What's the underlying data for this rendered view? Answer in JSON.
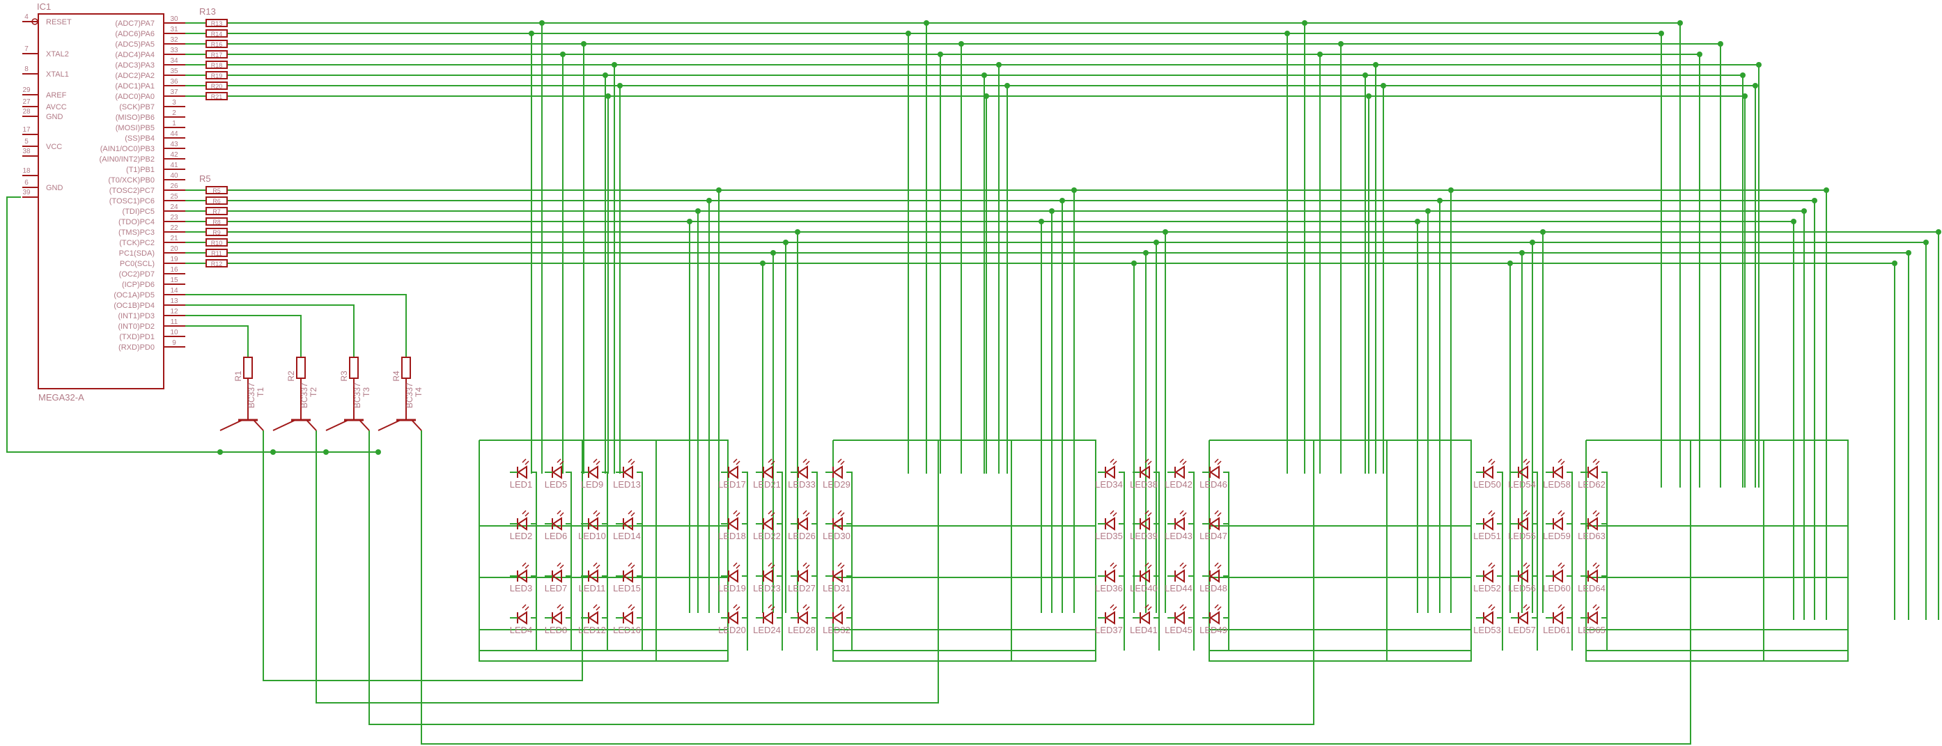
{
  "ic": {
    "name": "IC1",
    "part": "MEGA32-A",
    "left_pins": [
      {
        "num": "4",
        "name": "RESET"
      },
      {
        "num": "7",
        "name": "XTAL2"
      },
      {
        "num": "8",
        "name": "XTAL1"
      },
      {
        "num": "29",
        "name": "AREF"
      },
      {
        "num": "27",
        "name": "AVCC"
      },
      {
        "num": "28",
        "name": "GND"
      },
      {
        "num": "17",
        "name": ""
      },
      {
        "num": "5",
        "name": "VCC"
      },
      {
        "num": "38",
        "name": ""
      },
      {
        "num": "18",
        "name": ""
      },
      {
        "num": "6",
        "name": "GND"
      },
      {
        "num": "39",
        "name": ""
      }
    ],
    "right_pins": [
      {
        "num": "30",
        "name": "(ADC7)PA7"
      },
      {
        "num": "31",
        "name": "(ADC6)PA6"
      },
      {
        "num": "32",
        "name": "(ADC5)PA5"
      },
      {
        "num": "33",
        "name": "(ADC4)PA4"
      },
      {
        "num": "34",
        "name": "(ADC3)PA3"
      },
      {
        "num": "35",
        "name": "(ADC2)PA2"
      },
      {
        "num": "36",
        "name": "(ADC1)PA1"
      },
      {
        "num": "37",
        "name": "(ADC0)PA0"
      },
      {
        "num": "3",
        "name": "(SCK)PB7"
      },
      {
        "num": "2",
        "name": "(MISO)PB6"
      },
      {
        "num": "1",
        "name": "(MOSI)PB5"
      },
      {
        "num": "44",
        "name": "(SS)PB4"
      },
      {
        "num": "43",
        "name": "(AIN1/OC0)PB3"
      },
      {
        "num": "42",
        "name": "(AIN0/INT2)PB2"
      },
      {
        "num": "41",
        "name": "(T1)PB1"
      },
      {
        "num": "40",
        "name": "(T0/XCK)PB0"
      },
      {
        "num": "26",
        "name": "(TOSC2)PC7"
      },
      {
        "num": "25",
        "name": "(TOSC1)PC6"
      },
      {
        "num": "24",
        "name": "(TDI)PC5"
      },
      {
        "num": "23",
        "name": "(TDO)PC4"
      },
      {
        "num": "22",
        "name": "(TMS)PC3"
      },
      {
        "num": "21",
        "name": "(TCK)PC2"
      },
      {
        "num": "20",
        "name": "PC1(SDA)"
      },
      {
        "num": "19",
        "name": "PC0(SCL)"
      },
      {
        "num": "16",
        "name": "(OC2)PD7"
      },
      {
        "num": "15",
        "name": "(ICP)PD6"
      },
      {
        "num": "14",
        "name": "(OC1A)PD5"
      },
      {
        "num": "13",
        "name": "(OC1B)PD4"
      },
      {
        "num": "12",
        "name": "(INT1)PD3"
      },
      {
        "num": "11",
        "name": "(INT0)PD2"
      },
      {
        "num": "10",
        "name": "(TXD)PD1"
      },
      {
        "num": "9",
        "name": "(RXD)PD0"
      }
    ]
  },
  "resistor_arrays": [
    {
      "name": "R13",
      "resistors": [
        "R13",
        "R14",
        "R16",
        "R17",
        "R18",
        "R19",
        "R20",
        "R21"
      ]
    },
    {
      "name": "R5",
      "resistors": [
        "R5",
        "R6",
        "R7",
        "R8",
        "R9",
        "R10",
        "R11",
        "R12"
      ]
    }
  ],
  "base_resistors": [
    "R1",
    "R2",
    "R3",
    "R4"
  ],
  "transistors": [
    {
      "name": "T1",
      "part": "BC337"
    },
    {
      "name": "T2",
      "part": "BC337"
    },
    {
      "name": "T3",
      "part": "BC337"
    },
    {
      "name": "T4",
      "part": "BC337"
    }
  ],
  "led_groups": [
    {
      "columns": [
        [
          "LED1",
          "LED2",
          "LED3",
          "LED4"
        ],
        [
          "LED5",
          "LED6",
          "LED7",
          "LED8"
        ],
        [
          "LED9",
          "LED10",
          "LED11",
          "LED12"
        ],
        [
          "LED13",
          "LED14",
          "LED15",
          "LED16"
        ]
      ]
    },
    {
      "columns": [
        [
          "LED17",
          "LED18",
          "LED19",
          "LED20"
        ],
        [
          "LED21",
          "LED22",
          "LED23",
          "LED24"
        ],
        [
          "LED33",
          "LED26",
          "LED27",
          "LED28"
        ],
        [
          "LED29",
          "LED30",
          "LED31",
          "LED32"
        ]
      ]
    },
    {
      "columns": [
        [
          "LED34",
          "LED35",
          "LED36",
          "LED37"
        ],
        [
          "LED38",
          "LED39",
          "LED40",
          "LED41"
        ],
        [
          "LED42",
          "LED43",
          "LED44",
          "LED45"
        ],
        [
          "LED46",
          "LED47",
          "LED48",
          "LED49"
        ]
      ]
    },
    {
      "columns": [
        [
          "LED50",
          "LED51",
          "LED52",
          "LED53"
        ],
        [
          "LED54",
          "LED55",
          "LED56",
          "LED57"
        ],
        [
          "LED58",
          "LED59",
          "LED60",
          "LED61"
        ],
        [
          "LED62",
          "LED63",
          "LED64",
          "LED65"
        ]
      ]
    }
  ],
  "colors": {
    "wire": "#2fa12f",
    "component": "#a01818",
    "label": "#b27a86",
    "background": "#ffffff"
  }
}
